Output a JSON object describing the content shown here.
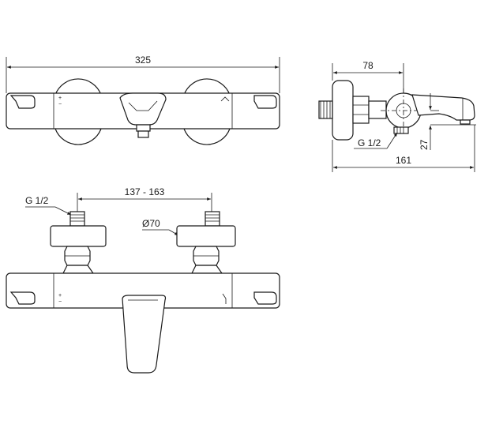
{
  "dimensions": {
    "overall_length": "325",
    "side_depth": "78",
    "side_total": "161",
    "outlet_height": "27",
    "inlet_spacing": "137 - 163",
    "eccentric_diameter": "Ø70",
    "thread_top_left": "G 1/2",
    "thread_side": "G 1/2"
  },
  "markings": {
    "plus": "+",
    "minus": "−"
  }
}
